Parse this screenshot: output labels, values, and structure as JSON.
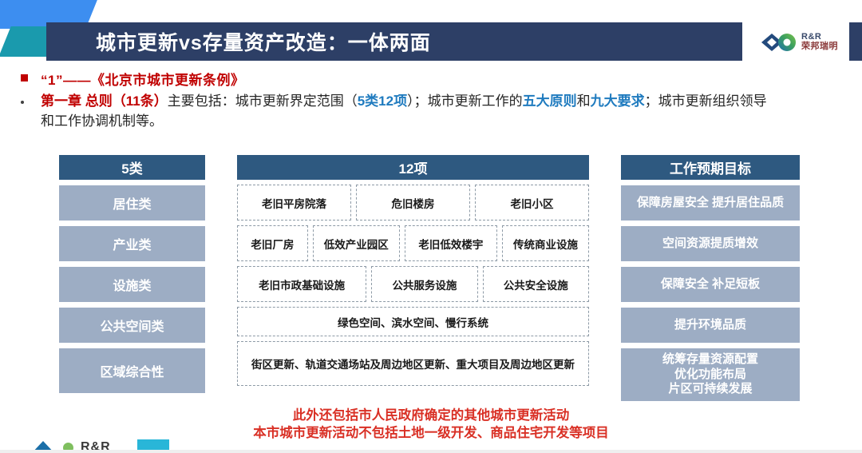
{
  "header": {
    "title": "城市更新vs存量资产改造：一体两面",
    "logo": {
      "mark": "infinity-diamond-logo",
      "en": "R&R",
      "cn": "荣邦瑞明"
    },
    "colors": {
      "title_bar": "#2d3f66",
      "deco_blue": "#3d8ef0",
      "deco_teal": "#1a9aad",
      "column_header": "#2e5980",
      "cell_grey_blue": "#9dadc4",
      "red": "#c00000",
      "blue_accent": "#1f7bbf",
      "footnote_red": "#d93025"
    }
  },
  "bullets": {
    "first": "“1”——《北京市城市更新条例》",
    "second": {
      "lead": "第一章  总则（11条）",
      "p1": "主要包括：城市更新界定范围（",
      "hl1": "5类12项",
      "p2": "）；城市更新工作的",
      "hl2": "五大原则",
      "p3": "和",
      "hl3": "九大要求",
      "p4": "；城市更新组织领导",
      "p5": "和工作协调机制等。"
    }
  },
  "columns": {
    "left": {
      "header": "5类",
      "items": [
        "居住类",
        "产业类",
        "设施类",
        "公共空间类",
        "区域综合性"
      ]
    },
    "middle": {
      "header": "12项",
      "rows": [
        [
          "老旧平房院落",
          "危旧楼房",
          "老旧小区"
        ],
        [
          "老旧厂房",
          "低效产业园区",
          "老旧低效楼宇",
          "传统商业设施"
        ],
        [
          "老旧市政基础设施",
          "公共服务设施",
          "公共安全设施"
        ],
        [
          "绿色空间、滨水空间、慢行系统"
        ],
        [
          "街区更新、轨道交通场站及周边地区更新、重大项目及周边地区更新"
        ]
      ]
    },
    "right": {
      "header": "工作预期目标",
      "items": [
        "保障房屋安全 提升居住品质",
        "空间资源提质增效",
        "保障安全 补足短板",
        "提升环境品质",
        "统筹存量资源配置\n优化功能布局\n片区可持续发展"
      ]
    }
  },
  "footnote": {
    "line1": "此外还包括市人民政府确定的其他城市更新活动",
    "line2": "本市城市更新活动不包括土地一级开发、商品住宅开发等项目"
  },
  "bottom_logo": {
    "text": "R&R"
  }
}
